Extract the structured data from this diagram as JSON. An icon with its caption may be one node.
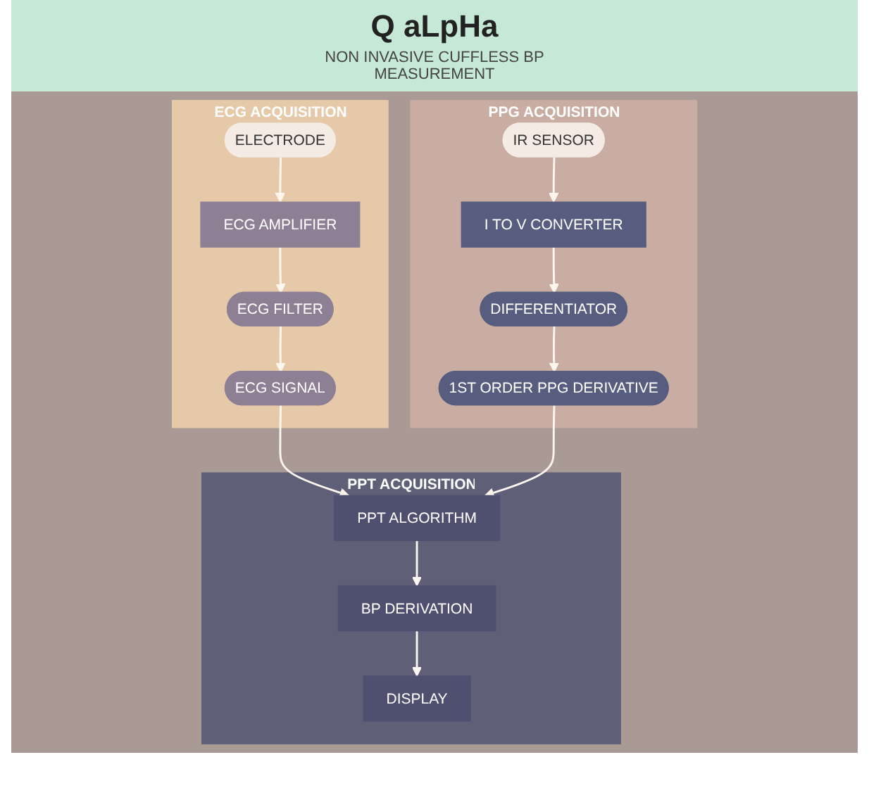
{
  "diagram": {
    "title": "Q aLpHa",
    "nodes": [
      {
        "text": [
          "ECG ACQUISITION"
        ]
      },
      {
        "text": [
          "ELECTRODE"
        ],
        "in": 0
      },
      {
        "text": [
          "ECG AMPLIFIER"
        ],
        "in": 0
      },
      {
        "text": [
          "ECG FILTER"
        ],
        "in": 0
      },
      {
        "text": [
          "ECG SIGNAL"
        ],
        "in": 0
      },
      {
        "text": [
          "PPG ACQUISITION"
        ]
      },
      {
        "text": [
          "IR SENSOR"
        ],
        "in": 5
      },
      {
        "text": [
          "I TO V CONVERTER"
        ],
        "in": 5
      },
      {
        "text": [
          "DIFFERENTIATOR"
        ],
        "in": 5
      },
      {
        "text": [
          "1ST ORDER PPG DERIVATIVE"
        ],
        "in": 5
      },
      {
        "text": [
          "PPT ACQUISITION"
        ]
      },
      {
        "text": [
          "DISPLAY"
        ],
        "in": 10
      },
      {
        "text": [
          "BP DERIVATION"
        ],
        "in": 10
      },
      {
        "text": [
          "PPT ALGORITHM"
        ],
        "in": 10
      }
    ],
    "edges": [
      {
        "from": 1,
        "to": 2,
        "arrow": "to"
      },
      {
        "from": 2,
        "to": 3,
        "arrow": "to"
      },
      {
        "from": 3,
        "to": 4,
        "arrow": "to"
      },
      {
        "from": 6,
        "to": 7,
        "arrow": "to"
      },
      {
        "from": 7,
        "to": 8,
        "arrow": "to"
      },
      {
        "from": 8,
        "to": 9,
        "arrow": "to"
      },
      {
        "from": 4,
        "to": 13,
        "arrow": "to"
      },
      {
        "from": 9,
        "to": 13,
        "arrow": "to"
      },
      {
        "from": 13,
        "to": 12,
        "arrow": "to"
      },
      {
        "from": 12,
        "to": 11,
        "arrow": "to"
      }
    ],
    "labels": [
      "NON INVASIVE CUFFLESS BP MEASUREMENT"
    ]
  }
}
